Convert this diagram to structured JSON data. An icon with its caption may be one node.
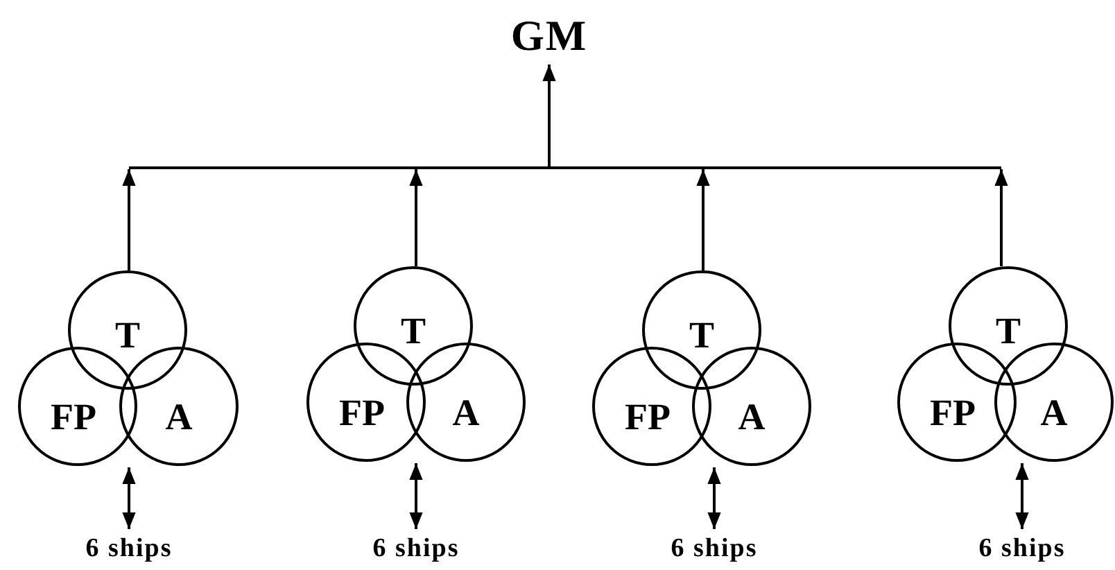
{
  "diagram": {
    "nodes": [
      {
        "text": [
          "GM"
        ]
      },
      {
        "text": [],
        "shape": "bar"
      },
      {
        "text": [
          "T"
        ]
      },
      {
        "text": [
          "FP"
        ]
      },
      {
        "text": [
          "A"
        ]
      },
      {
        "text": [
          "6 ships"
        ]
      },
      {
        "text": [
          "T"
        ]
      },
      {
        "text": [
          "FP"
        ]
      },
      {
        "text": [
          "A"
        ]
      },
      {
        "text": [
          "6 ships"
        ]
      },
      {
        "text": [
          "T"
        ]
      },
      {
        "text": [
          "FP"
        ]
      },
      {
        "text": [
          "A"
        ]
      },
      {
        "text": [
          "6 ships"
        ]
      },
      {
        "text": [
          "T"
        ]
      },
      {
        "text": [
          "FP"
        ]
      },
      {
        "text": [
          "A"
        ]
      },
      {
        "text": [
          "6 ships"
        ]
      }
    ],
    "edges": [
      {
        "from": 1,
        "to": 0,
        "arrow": "to"
      },
      {
        "from": 2,
        "to": 1,
        "arrow": "to"
      },
      {
        "from": 6,
        "to": 1,
        "arrow": "to"
      },
      {
        "from": 10,
        "to": 1,
        "arrow": "to"
      },
      {
        "from": 14,
        "to": 1,
        "arrow": "to"
      },
      {
        "from": 3,
        "to": 5,
        "arrow": "both"
      },
      {
        "from": 7,
        "to": 9,
        "arrow": "both"
      },
      {
        "from": 11,
        "to": 13,
        "arrow": "both"
      },
      {
        "from": 15,
        "to": 17,
        "arrow": "both"
      }
    ]
  }
}
